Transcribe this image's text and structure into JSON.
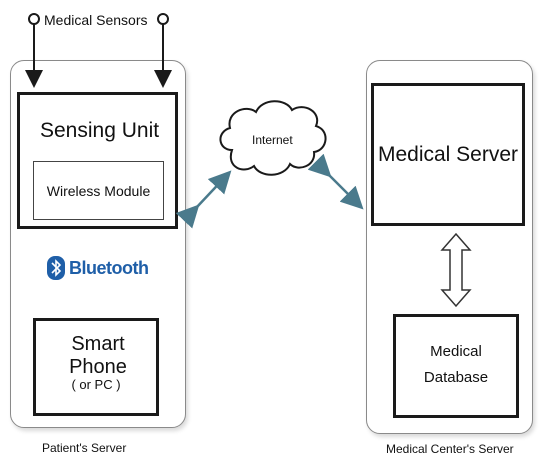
{
  "patient_side": {
    "sensors_label": "Medical Sensors",
    "sensing_unit": "Sensing Unit",
    "wireless_module": "Wireless Module",
    "bluetooth_label": "Bluetooth",
    "smart_phone": "Smart Phone",
    "smart_phone_note": "( or PC )",
    "caption": "Patient's Server"
  },
  "network": {
    "cloud_label": "Internet"
  },
  "center_side": {
    "medical_server": "Medical Server",
    "database_line1": "Medical",
    "database_line2": "Database",
    "caption": "Medical Center's Server"
  },
  "colors": {
    "arrow": "#4a7a8c",
    "bluetooth": "#1f5fa8",
    "border": "#1a1a1a"
  }
}
